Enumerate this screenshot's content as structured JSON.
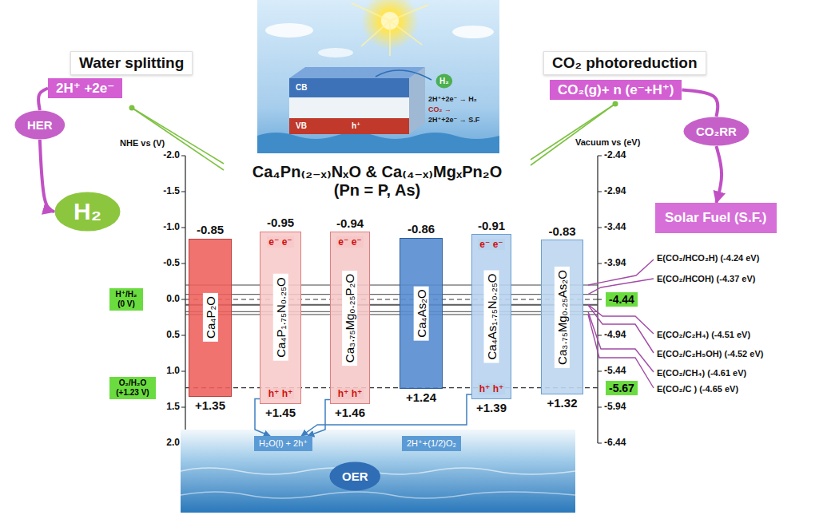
{
  "diagram": {
    "title": "Ca₄Pn₍₂₋ₓ₎NₓO & Ca₍₄₋ₓ₎MgₓPn₂O (Pn = P, As)",
    "nodes": [
      {
        "text": [
          "Water splitting"
        ]
      },
      {
        "text": [
          "2H⁺ +2e⁻"
        ]
      },
      {
        "text": [
          "HER"
        ]
      },
      {
        "text": [
          "H₂"
        ]
      },
      {
        "text": [
          "CO₂ photoreduction"
        ]
      },
      {
        "text": [
          "CO₂(g)+ n (e⁻+H⁺)"
        ]
      },
      {
        "text": [
          "CO₂RR"
        ]
      },
      {
        "text": [
          "Solar Fuel (S.F.)"
        ]
      },
      {
        "text": [
          "H₂"
        ]
      },
      {
        "text": [
          "H⁺/H₂ (0 V)"
        ]
      },
      {
        "text": [
          "O₂/H₂O (+1.23 V)"
        ]
      },
      {
        "text": [
          "-4.44"
        ]
      },
      {
        "text": [
          "-5.67"
        ]
      },
      {
        "text": [
          "Ca₄P₂O"
        ]
      },
      {
        "text": [
          "e⁻ e⁻",
          "Ca₄P₁.₇₅N₀.₂₅O",
          "h⁺ h⁺"
        ]
      },
      {
        "text": [
          "e⁻ e⁻",
          "Ca₃.₇₅Mg₀.₂₅P₂O",
          "h⁺ h⁺"
        ]
      },
      {
        "text": [
          "Ca₄As₂O"
        ]
      },
      {
        "text": [
          "e⁻ e⁻",
          "Ca₄As₁.₇₅N₀.₂₅O",
          "h⁺ h⁺"
        ]
      },
      {
        "text": [
          "Ca₃.₇₅Mg₀.₂₅As₂O"
        ]
      },
      {
        "text": [
          "H₂O(l) + 2h⁺"
        ]
      },
      {
        "text": [
          "2H⁺+(1/2)O₂"
        ]
      },
      {
        "text": [
          "OER"
        ]
      }
    ],
    "edges": [
      {
        "from": 1,
        "to": 2,
        "arrow": "none"
      },
      {
        "from": 2,
        "to": 3,
        "arrow": "to"
      },
      {
        "from": 5,
        "to": 6,
        "arrow": "none"
      },
      {
        "from": 6,
        "to": 7,
        "arrow": "to"
      },
      {
        "from": 14,
        "to": 19,
        "arrow": "to"
      },
      {
        "from": 15,
        "to": 19,
        "arrow": "to"
      },
      {
        "from": 17,
        "to": 19,
        "arrow": "to"
      }
    ],
    "labels": [
      "NHE vs (V)",
      "Vacuum vs (eV)",
      "-2.0",
      "-1.5",
      "-1.0",
      "-0.5",
      "0.0",
      "0.5",
      "1.0",
      "1.5",
      "2.0",
      "-2.44",
      "-2.94",
      "-3.44",
      "-3.94",
      "-4.94",
      "-5.44",
      "-5.94",
      "-6.44",
      "-0.85",
      "-0.95",
      "-0.94",
      "-0.86",
      "-0.91",
      "-0.83",
      "+1.35",
      "+1.45",
      "+1.46",
      "+1.24",
      "+1.39",
      "+1.32",
      "E(CO₂/HCO₂H) (-4.24 eV)",
      "E(CO₂/HCOH) (-4.37 eV)",
      "E(CO₂/C₂H₄) (-4.51 eV)",
      "E(CO₂/C₂H₅OH) (-4.52 eV)",
      "E(CO₂/CH₄) (-4.61 eV)",
      "E(CO₂/C ) (-4.65 eV)",
      "CB",
      "VB",
      "2H⁺+2e⁻ → H₂",
      "CO₂ →",
      "2H⁺+2e⁻ → S.F",
      "h⁺"
    ]
  }
}
